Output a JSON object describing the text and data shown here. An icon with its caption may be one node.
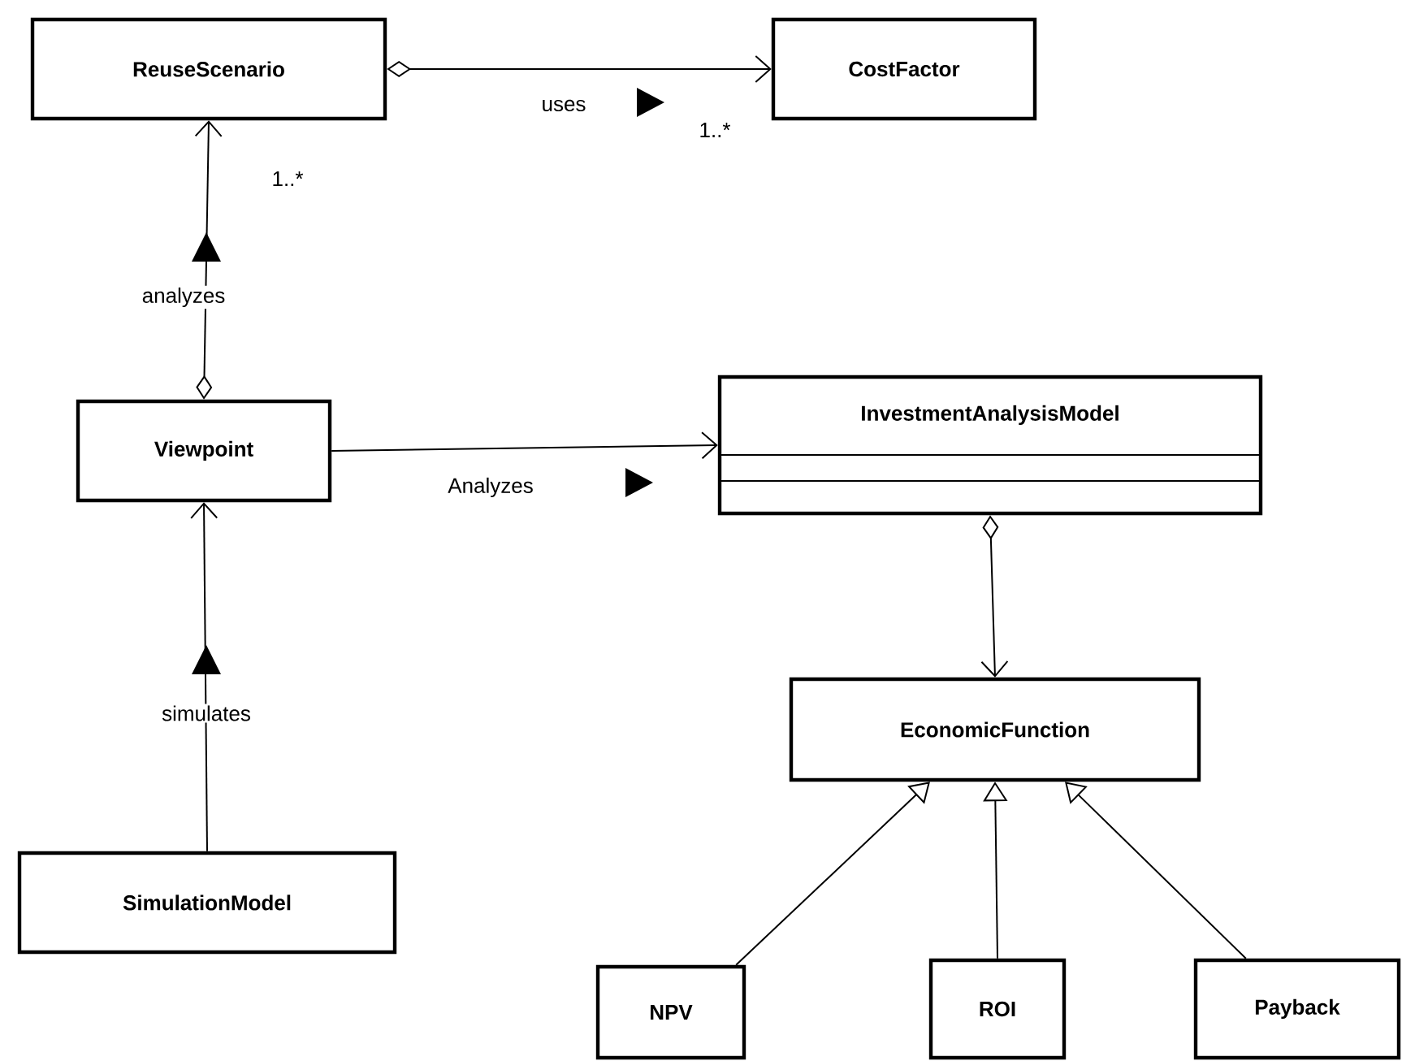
{
  "diagram": {
    "nodes": [
      {
        "text": [
          "ReuseScenario"
        ]
      },
      {
        "text": [
          "CostFactor"
        ]
      },
      {
        "text": [
          "Viewpoint"
        ]
      },
      {
        "text": [
          "InvestmentAnalysisModel"
        ]
      },
      {
        "text": [
          "EconomicFunction"
        ]
      },
      {
        "text": [
          "SimulationModel"
        ]
      },
      {
        "text": [
          "NPV"
        ]
      },
      {
        "text": [
          "ROI"
        ]
      },
      {
        "text": [
          "Payback"
        ]
      }
    ],
    "edges": [
      {
        "from": 0,
        "to": 1,
        "arrow": "to",
        "label": "uses"
      },
      {
        "from": 2,
        "to": 0,
        "arrow": "to",
        "label": "analyzes"
      },
      {
        "from": 2,
        "to": 3,
        "arrow": "to",
        "label": "Analyzes"
      },
      {
        "from": 3,
        "to": 4,
        "arrow": "to"
      },
      {
        "from": 5,
        "to": 2,
        "arrow": "to",
        "label": "simulates"
      },
      {
        "from": 6,
        "to": 4,
        "arrow": "to"
      },
      {
        "from": 7,
        "to": 4,
        "arrow": "to"
      },
      {
        "from": 8,
        "to": 4,
        "arrow": "to"
      }
    ],
    "labels": [
      "1..*",
      "1..*"
    ]
  }
}
